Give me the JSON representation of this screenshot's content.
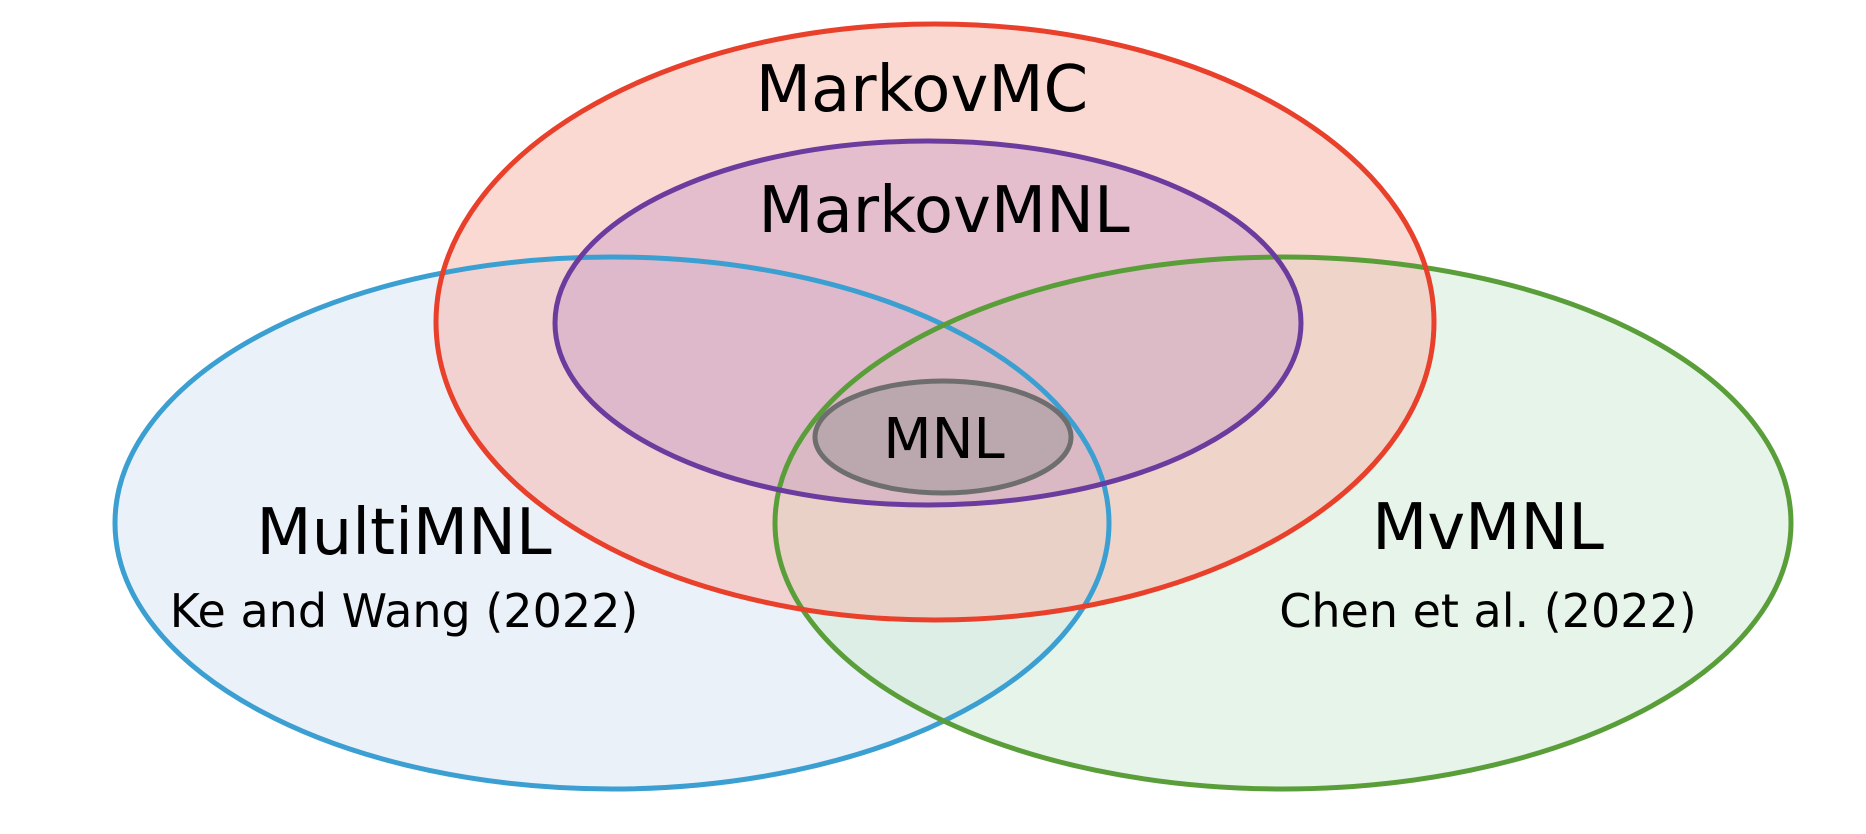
{
  "diagram": {
    "sets": {
      "multimnl": {
        "name": "MultiMNL",
        "citation": "Ke and Wang (2022)",
        "fill": "#dae6f3",
        "stroke": "#3b9fd2"
      },
      "mvmnl": {
        "name": "MvMNL",
        "citation": "Chen et al. (2022)",
        "fill": "#d2ebd8",
        "stroke": "#5a9e3a"
      },
      "markovmc": {
        "name": "MarkovMC",
        "fill": "#f7b3a8",
        "stroke": "#e8402a"
      },
      "markovmnl": {
        "name": "MarkovMNL",
        "fill": "#b986c0",
        "stroke": "#6b3c9e"
      },
      "mnl": {
        "name": "MNL",
        "fill": "#8c8c8c",
        "stroke": "#6e6e6e"
      }
    }
  }
}
